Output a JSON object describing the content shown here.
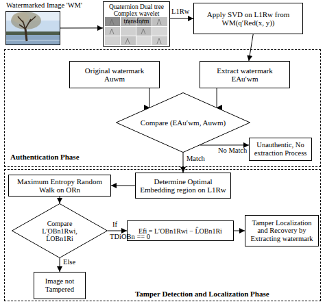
{
  "diagram": {
    "nodes": [
      {
        "text": [
          "Watermarked Image 'WM'"
        ]
      },
      {
        "text": [
          "Quaternion Dual tree Complex wavelet transform"
        ]
      },
      {
        "text": [
          "Apply SVD on L1Rw from WM(q′Red(x, y))"
        ]
      },
      {
        "text": [
          "Authentication Phase"
        ]
      },
      {
        "text": [
          "Original watermark",
          "Auwm"
        ],
        "in": 3
      },
      {
        "text": [
          "Extract watermark",
          "EAu′wm"
        ],
        "in": 3
      },
      {
        "text": [
          "Compare (EAu′wm, Auwm)"
        ],
        "in": 3
      },
      {
        "text": [
          "Unauthentic, No extraction Process"
        ],
        "in": 3
      },
      {
        "text": [
          "Tamper Detection and Localization Phase"
        ]
      },
      {
        "text": [
          "Determine Optimal Embedding region on L1Rw"
        ],
        "in": 8
      },
      {
        "text": [
          "Maximum Entropy Random Walk on ORn"
        ],
        "in": 8
      },
      {
        "text": [
          "Compare L′OBn1Rwi, L̂OBn1Ri"
        ],
        "in": 8
      },
      {
        "text": [
          "Efi = L′OBn1Rwi − L̂OBn1Ri"
        ],
        "in": 8
      },
      {
        "text": [
          "Tamper Localization and Recovery by Extracting watermark"
        ],
        "in": 8
      },
      {
        "text": [
          "Image not Tampered"
        ],
        "in": 8
      }
    ],
    "edges": [
      {
        "from": 0,
        "to": 1,
        "arrow": "to"
      },
      {
        "from": 1,
        "to": 2,
        "label": "L1Rw",
        "arrow": "to"
      },
      {
        "from": 2,
        "to": 5,
        "arrow": "to"
      },
      {
        "from": 4,
        "to": 6,
        "arrow": "to"
      },
      {
        "from": 5,
        "to": 6,
        "arrow": "to"
      },
      {
        "from": 6,
        "to": 9,
        "label": "Match",
        "arrow": "to"
      },
      {
        "from": 6,
        "to": 7,
        "label": "No Match",
        "arrow": "to"
      },
      {
        "from": 9,
        "to": 10,
        "arrow": "to"
      },
      {
        "from": 10,
        "to": 11,
        "arrow": "to"
      },
      {
        "from": 11,
        "to": 12,
        "label": "If",
        "arrow": "to"
      },
      {
        "from": 12,
        "to": 13,
        "arrow": "to"
      },
      {
        "from": 11,
        "to": 14,
        "label": "Else",
        "arrow": "to"
      }
    ],
    "labels": [
      "TDiOBn == 0"
    ]
  }
}
